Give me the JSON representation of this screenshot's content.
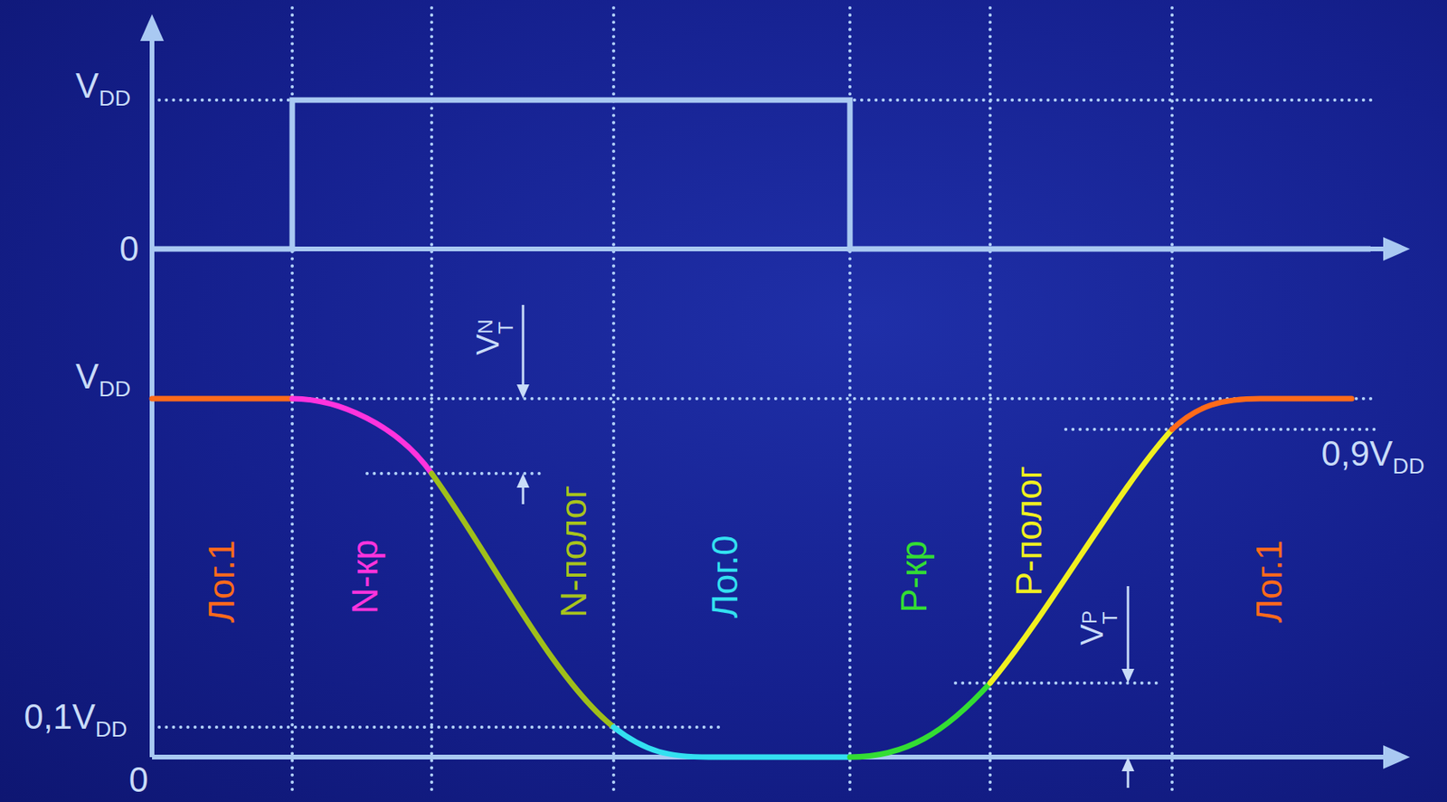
{
  "diagram": {
    "labels": [
      "V",
      "DD",
      "0",
      "V",
      "DD",
      "0,1V",
      "DD",
      "0",
      "0,9V",
      "DD",
      "V",
      "T",
      "N",
      "V",
      "T",
      "P",
      "Лог.1",
      "N-кр",
      "N-полог",
      "Лог.0",
      "P-кр",
      "P-полог",
      "Лог.1"
    ]
  }
}
